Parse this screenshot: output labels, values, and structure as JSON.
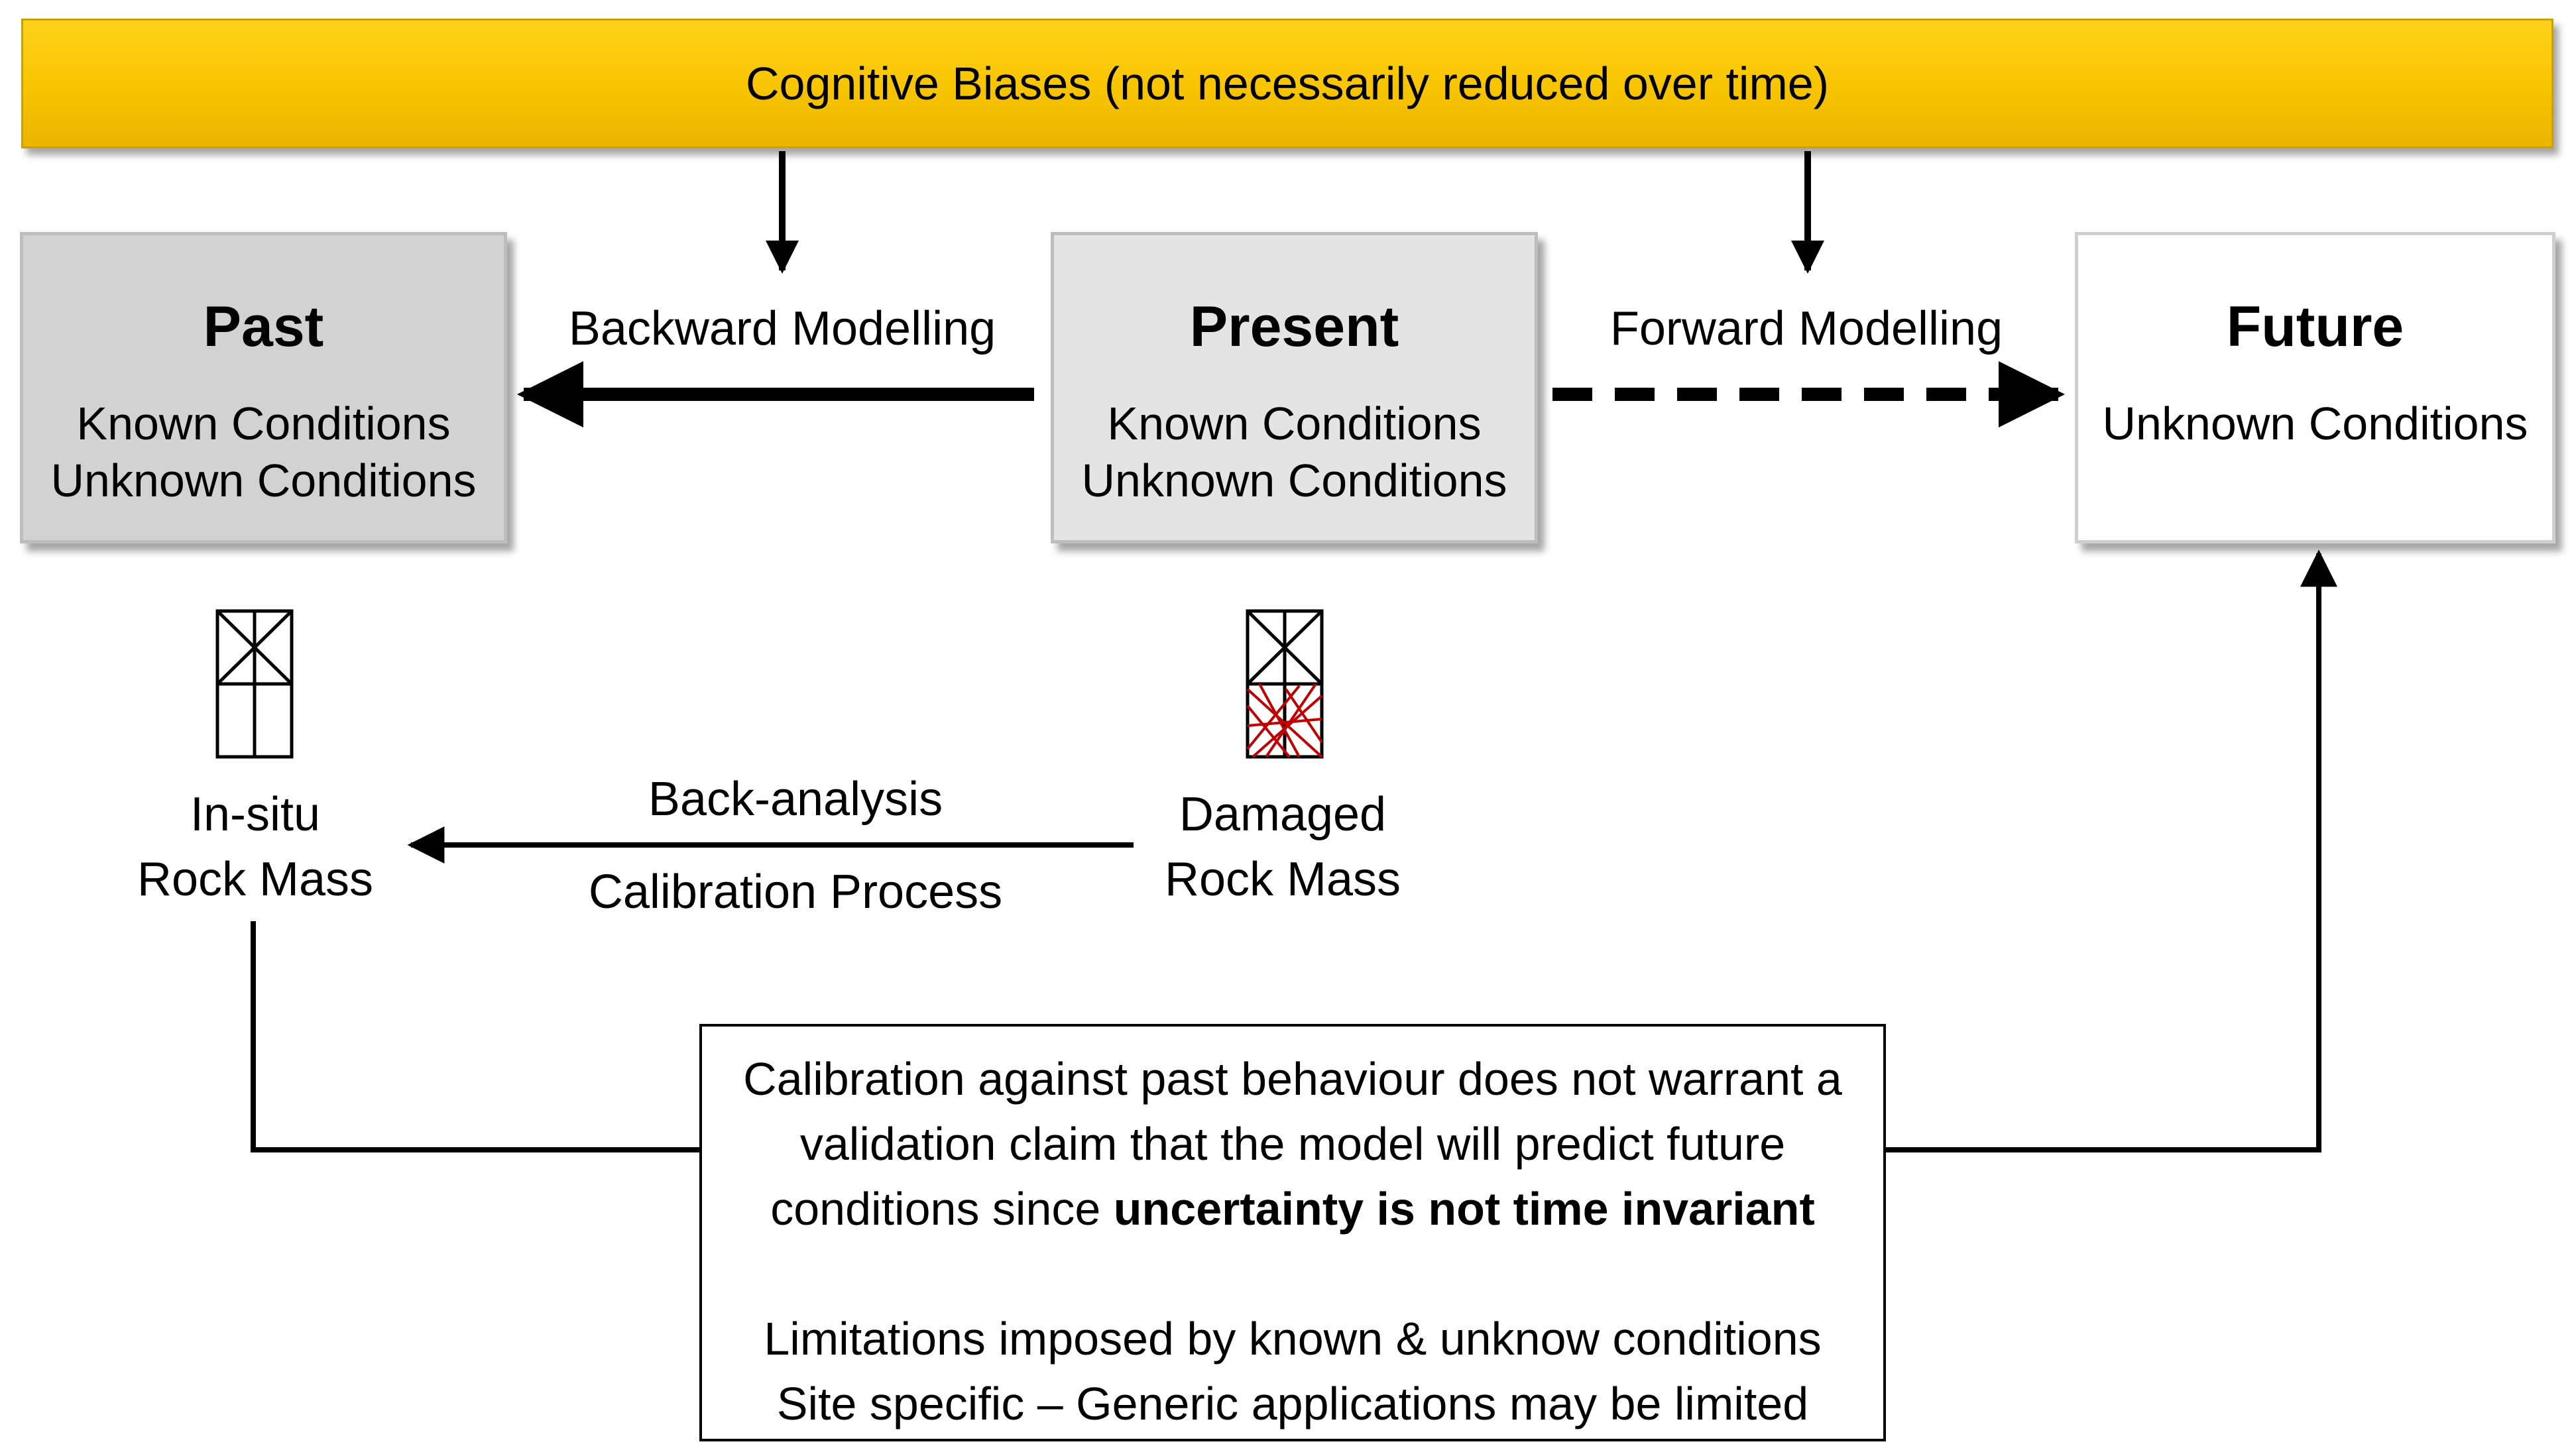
{
  "banner": {
    "text": "Cognitive Biases (not necessarily reduced over time)"
  },
  "colors": {
    "banner": "#f7c400",
    "past_box": "#d2d2d2",
    "present_box": "#e4e4e4",
    "future_box": "#ffffff",
    "damage_lines": "#c00000"
  },
  "nodes": {
    "past": {
      "title": "Past",
      "line1": "Known Conditions",
      "line2": "Unknown Conditions"
    },
    "present": {
      "title": "Present",
      "line1": "Known Conditions",
      "line2": "Unknown Conditions"
    },
    "future": {
      "title": "Future",
      "line1": "Unknown Conditions"
    }
  },
  "edges": {
    "backward": "Backward Modelling",
    "forward": "Forward Modelling",
    "back_analysis": "Back-analysis",
    "calibration": "Calibration Process"
  },
  "rock": {
    "insitu_line1": "In-situ",
    "insitu_line2": "Rock Mass",
    "damaged_line1": "Damaged",
    "damaged_line2": "Rock Mass"
  },
  "note": {
    "line1": "Calibration against past behaviour does not warrant a",
    "line2": "validation claim that the model will predict future",
    "line3_plain": "conditions since ",
    "line3_bold": "uncertainty is not time invariant",
    "line4": "Limitations imposed by known & unknow conditions",
    "line5": "Site specific – Generic applications may be limited"
  }
}
